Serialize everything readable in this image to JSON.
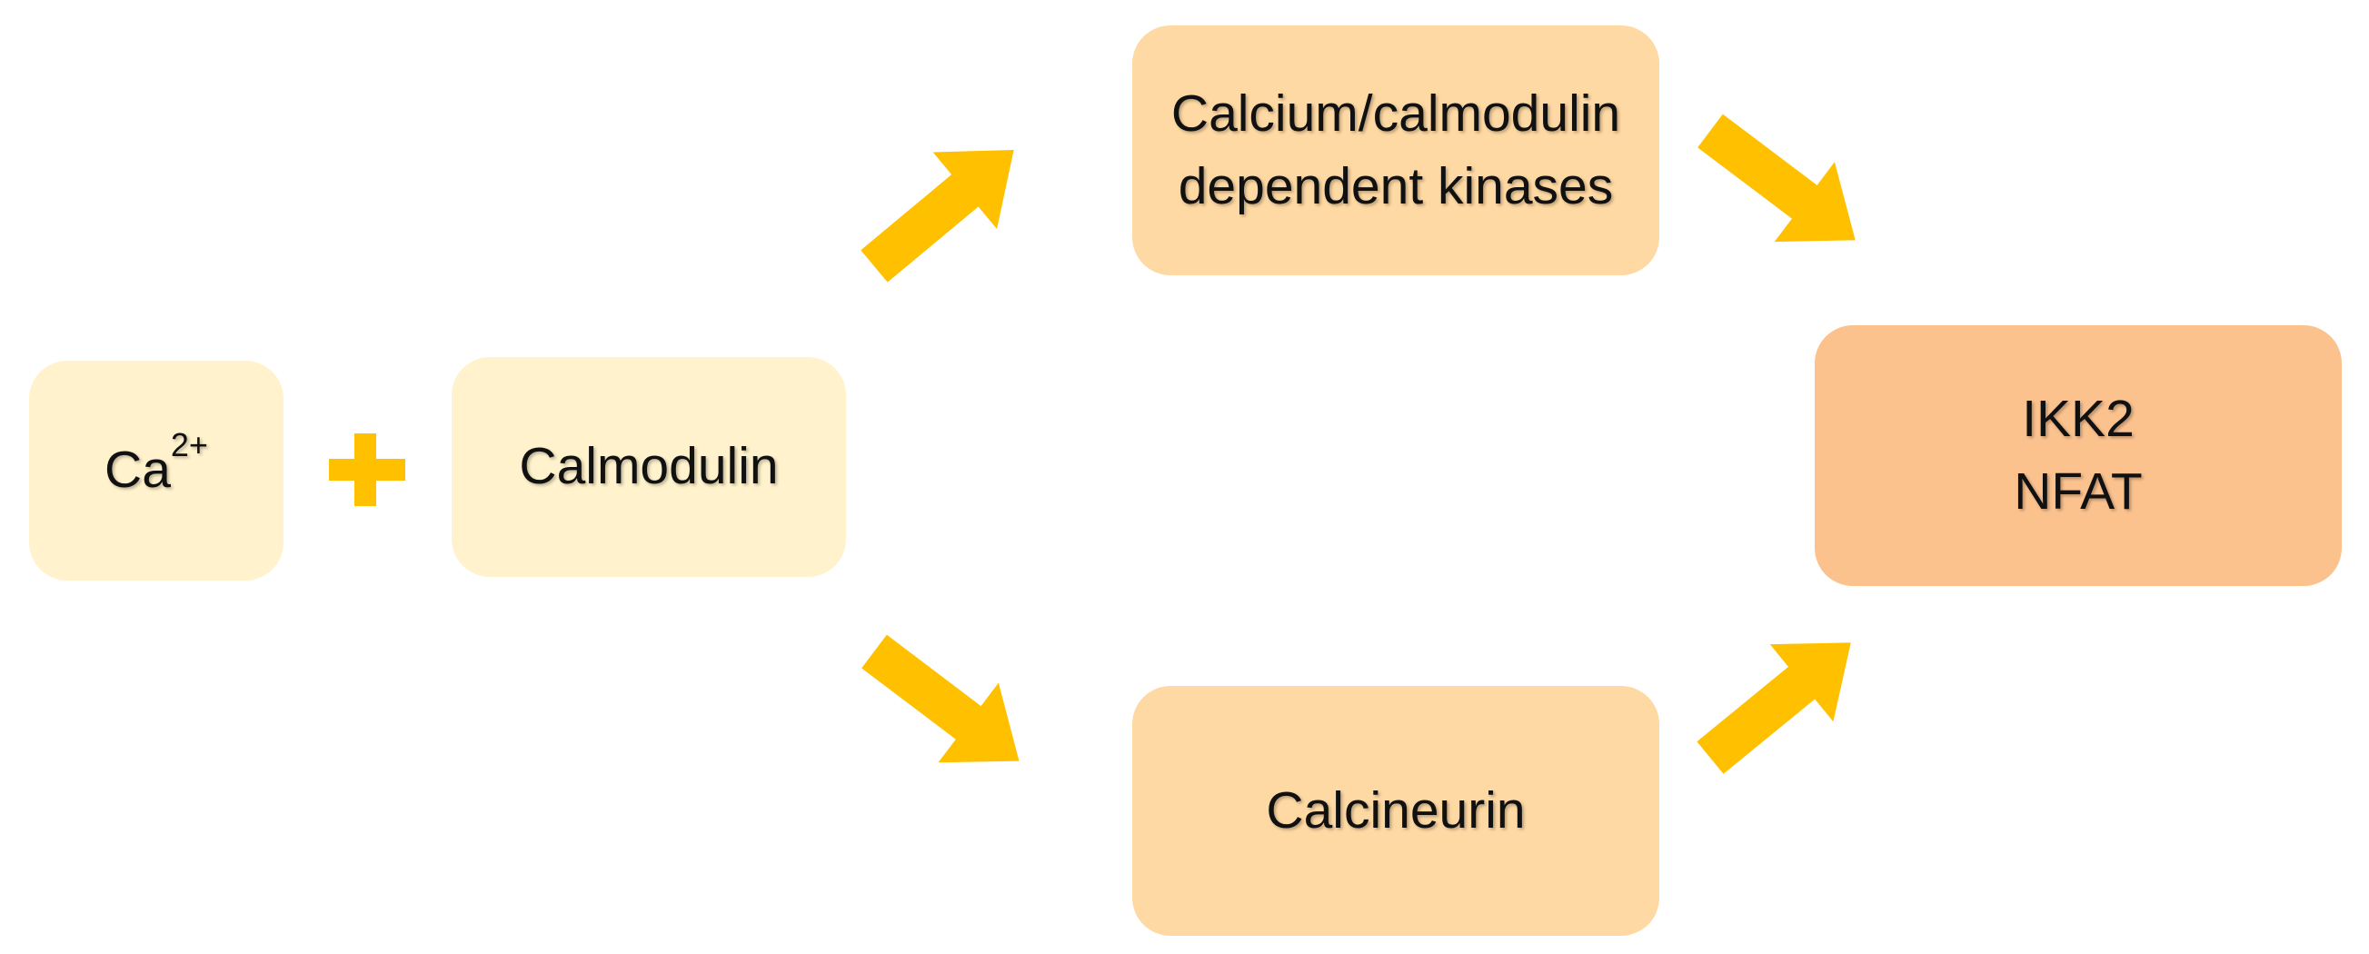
{
  "diagram": {
    "nodes": {
      "calcium": {
        "label": "Ca",
        "superscript": "2+"
      },
      "calmodulin": {
        "label": "Calmodulin"
      },
      "camk": {
        "lines": [
          "Calcium/calmodulin",
          "dependent kinases"
        ]
      },
      "calcineurin": {
        "label": "Calcineurin"
      },
      "targets": {
        "lines": [
          "IKK2",
          "NFAT"
        ]
      }
    },
    "colors": {
      "arrow": "#FFC000",
      "node_pale": "#FFF2CC",
      "node_mid": "#FFD9A3",
      "node_deep": "#FBC28E",
      "text": "#111111"
    },
    "icons": [
      "plus-icon",
      "arrow-icon"
    ]
  }
}
